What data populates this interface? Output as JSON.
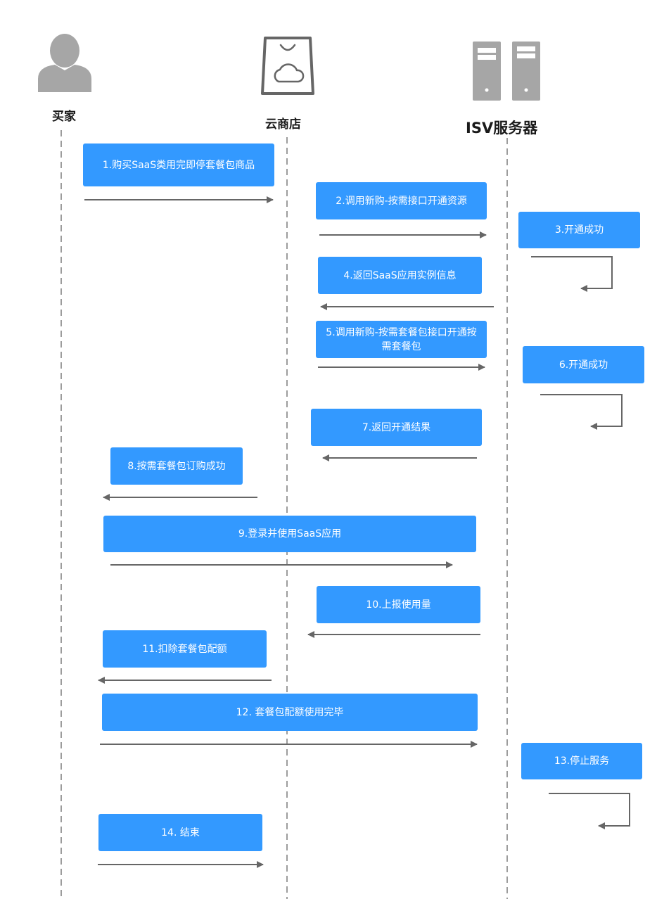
{
  "actors": {
    "buyer": "买家",
    "store": "云商店",
    "isv": "ISV服务器"
  },
  "steps": [
    "1.购买SaaS类用完即停套餐包商品",
    "2.调用新购-按需接口开通资源",
    "3.开通成功",
    "4.返回SaaS应用实例信息",
    "5.调用新购-按需套餐包接口开通按需套餐包",
    "6.开通成功",
    "7.返回开通结果",
    "8.按需套餐包订购成功",
    "9.登录并使用SaaS应用",
    "10.上报使用量",
    "11.扣除套餐包配额",
    "12. 套餐包配额使用完毕",
    "13.停止服务",
    "14. 结束"
  ],
  "colors": {
    "box": "#3399ff",
    "arrow": "#666666",
    "lifeline": "#666666",
    "icon": "#a6a6a6"
  },
  "icons": {
    "buyer": "person-icon",
    "store": "shopping-bag-cloud-icon",
    "isv": "server-icon"
  }
}
